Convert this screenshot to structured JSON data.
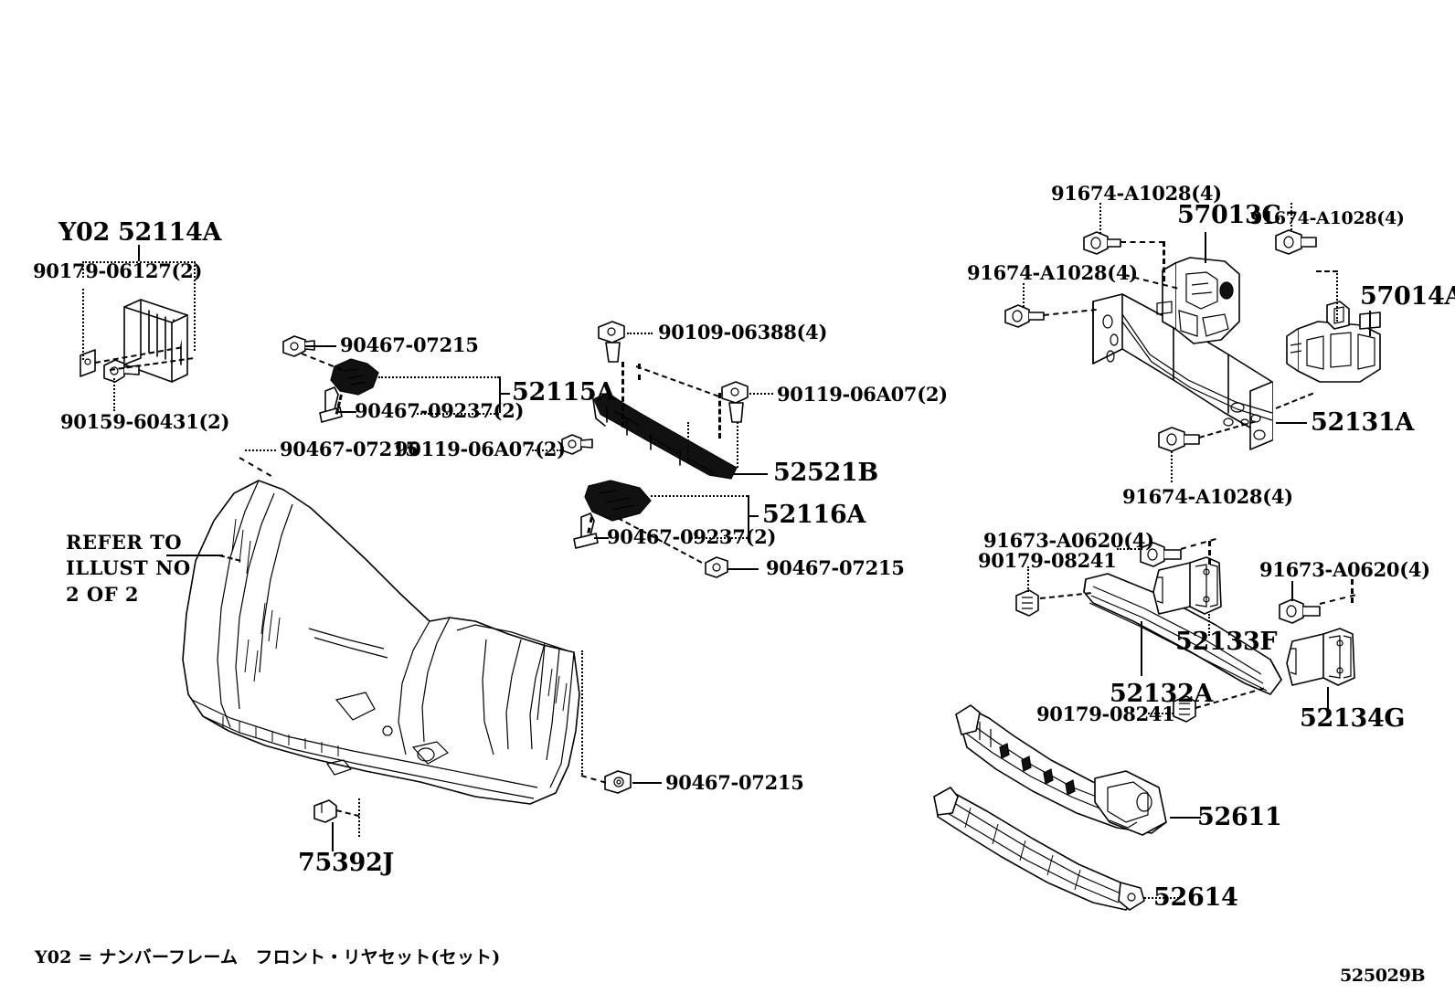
{
  "diagram": {
    "id": "525029B",
    "legend": "Y02 = ナンバーフレーム　フロント・リヤセット(セット)",
    "refer_note": "REFER TO\nILLUST NO\n2 OF 2"
  },
  "labels": {
    "y02_52114a": "Y02 52114A",
    "n90179_06127": "90179-06127(2)",
    "n90159_60431": "90159-60431(2)",
    "n90467_07215_a": "90467-07215",
    "n90467_09237_a": "90467-09237(2)",
    "p52115a": "52115A",
    "n90467_07215_b": "90467-07215",
    "n90119_06a07_a": "90119-06A07(2)",
    "n90109_06388": "90109-06388(4)",
    "n90119_06a07_b": "90119-06A07(2)",
    "p52521b": "52521B",
    "p52116a": "52116A",
    "n90467_09237_b": "90467-09237(2)",
    "n90467_07215_c": "90467-07215",
    "n90467_07215_d": "90467-07215",
    "p75392j": "75392J",
    "n91674_a1028_top": "91674-A1028(4)",
    "p57013c": "57013C",
    "n91674_a1028_topright": "91674-A1028(4)",
    "n91674_a1028_left": "91674-A1028(4)",
    "p57014a": "57014A",
    "p52131a": "52131A",
    "n91674_a1028_bottom": "91674-A1028(4)",
    "n91673_a0620_left": "91673-A0620(4)",
    "n90179_08241_left": "90179-08241",
    "p52133f": "52133F",
    "n91673_a0620_right": "91673-A0620(4)",
    "p52132a": "52132A",
    "n90179_08241_bottom": "90179-08241",
    "p52134g": "52134G",
    "p52611": "52611",
    "p52614": "52614"
  }
}
